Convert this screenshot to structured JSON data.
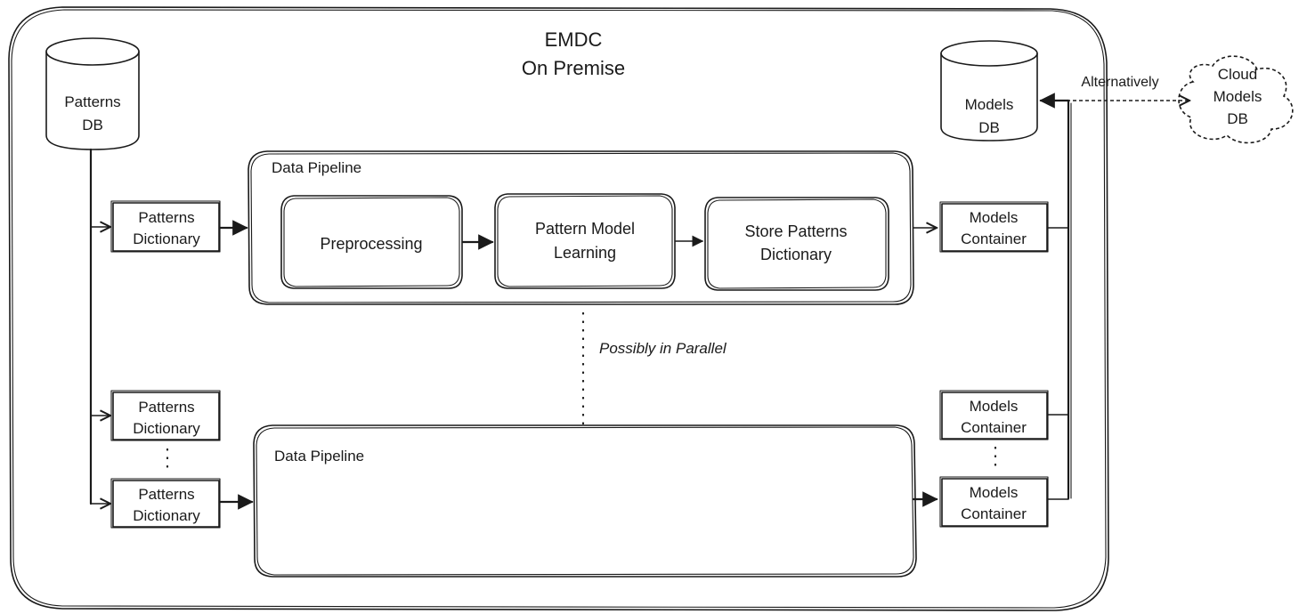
{
  "title": {
    "line1": "EMDC",
    "line2": "On Premise"
  },
  "patterns_db": {
    "line1": "Patterns",
    "line2": "DB"
  },
  "models_db": {
    "line1": "Models",
    "line2": "DB"
  },
  "cloud_db": {
    "line1": "Cloud",
    "line2": "Models",
    "line3": "DB"
  },
  "alternatively_label": "Alternatively",
  "pipeline_top": {
    "title": "Data Pipeline",
    "steps": [
      {
        "line1": "Preprocessing",
        "line2": ""
      },
      {
        "line1": "Pattern Model",
        "line2": "Learning"
      },
      {
        "line1": "Store Patterns",
        "line2": "Dictionary"
      }
    ]
  },
  "pipeline_bottom": {
    "title": "Data Pipeline"
  },
  "parallel_note": "Possibly in Parallel",
  "patterns_dictionary": {
    "line1": "Patterns",
    "line2": "Dictionary"
  },
  "models_container": {
    "line1": "Models",
    "line2": "Container"
  }
}
